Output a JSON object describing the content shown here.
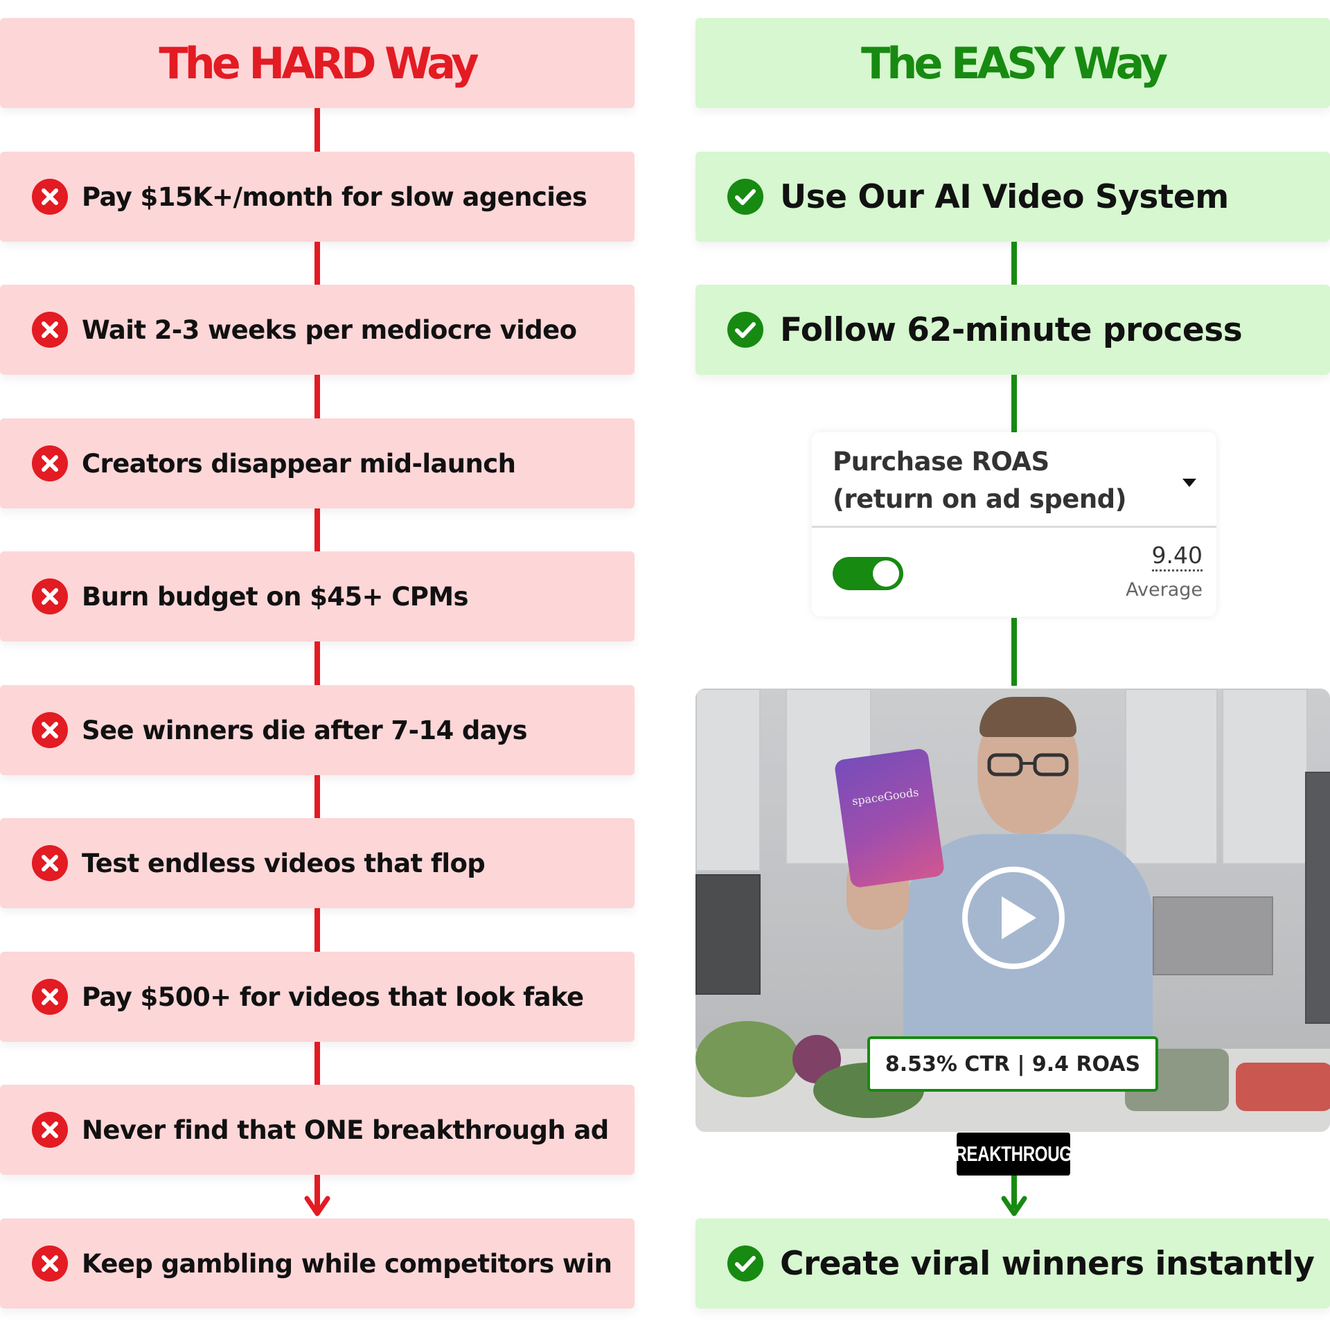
{
  "hard_way": {
    "title": "The HARD Way",
    "items": [
      "Pay $15K+/month for slow agencies",
      "Wait 2-3 weeks per mediocre video",
      "Creators disappear mid-launch",
      "Burn budget on $45+ CPMs",
      "See winners die after 7-14 days",
      "Test endless videos that flop",
      "Pay $500+ for videos that look fake",
      "Never find that ONE breakthrough ad",
      "Keep gambling while competitors win"
    ]
  },
  "easy_way": {
    "title": "The EASY Way",
    "items": [
      "Use Our AI Video System",
      "Follow 62-minute process",
      "Create viral winners instantly"
    ],
    "metric_card": {
      "metric_name": "Purchase ROAS (return on ad spend)",
      "toggle_on": true,
      "value": "9.40",
      "value_caption": "Average"
    },
    "video": {
      "product_label": "spaceGoods",
      "stats_badge": "8.53% CTR | 9.4 ROAS"
    },
    "tag": "BREAKTHROUGH"
  },
  "colors": {
    "hard_accent": "#e31b23",
    "hard_bg": "#fdd6d8",
    "easy_accent": "#178a11",
    "easy_bg": "#d6f7cf"
  },
  "icons": {
    "hard": "x-circle-icon",
    "easy": "check-circle-icon"
  }
}
